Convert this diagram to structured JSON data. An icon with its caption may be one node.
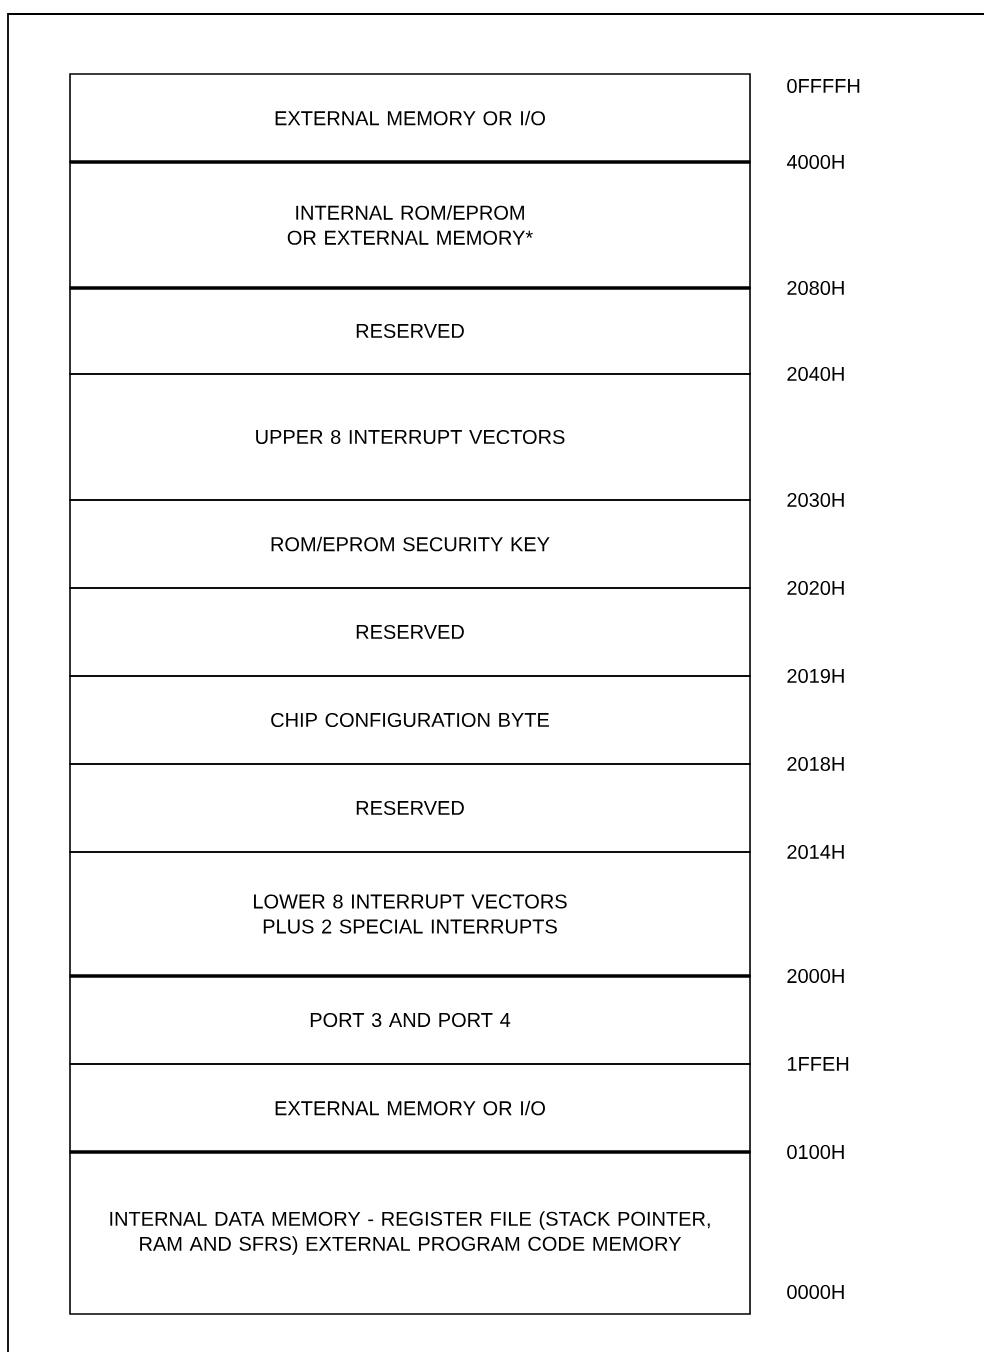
{
  "diagram": {
    "nodes": [
      {
        "text": [
          "EXTERNAL MEMORY OR I/O"
        ]
      },
      {
        "text": [
          "INTERNAL ROM/EPROM OR EXTERNAL MEMORY*"
        ]
      },
      {
        "text": [
          "RESERVED"
        ]
      },
      {
        "text": [
          "UPPER 8 INTERRUPT VECTORS"
        ]
      },
      {
        "text": [
          "ROM/EPROM SECURITY KEY"
        ]
      },
      {
        "text": [
          "RESERVED"
        ]
      },
      {
        "text": [
          "CHIP CONFIGURATION BYTE"
        ]
      },
      {
        "text": [
          "RESERVED"
        ]
      },
      {
        "text": [
          "LOWER 8 INTERRUPT VECTORS PLUS 2 SPECIAL INTERRUPTS"
        ]
      },
      {
        "text": [
          "PORT 3 AND PORT 4"
        ]
      },
      {
        "text": [
          "EXTERNAL MEMORY OR I/O"
        ]
      },
      {
        "text": [
          "INTERNAL DATA MEMORY - REGISTER FILE (STACK POINTER, RAM AND SFRS) EXTERNAL PROGRAM CODE MEMORY"
        ]
      }
    ],
    "labels": [
      "0FFFFH",
      "4000H",
      "2080H",
      "2040H",
      "2030H",
      "2020H",
      "2019H",
      "2018H",
      "2014H",
      "2000H",
      "1FFEH",
      "0100H",
      "0000H"
    ]
  }
}
